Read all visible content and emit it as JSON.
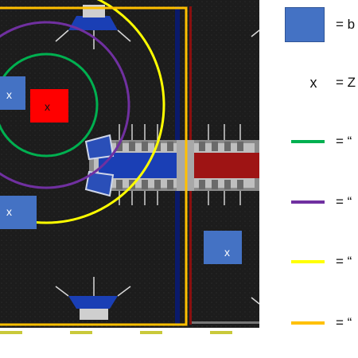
{
  "field": {
    "box_marker": "x",
    "red_box_marker": "x"
  },
  "legend": {
    "items": [
      {
        "kind": "box",
        "text": "= b",
        "color": "#4472c4"
      },
      {
        "kind": "x",
        "symbol": "x",
        "text": "= Z"
      },
      {
        "kind": "line",
        "text": "= “",
        "color": "#00b050"
      },
      {
        "kind": "line",
        "text": "= “",
        "color": "#7030a0"
      },
      {
        "kind": "line",
        "text": "= “",
        "color": "#ffff00"
      },
      {
        "kind": "line",
        "text": "= “",
        "color": "#ffc000"
      }
    ]
  },
  "colors": {
    "box_blue": "#4472c4",
    "box_red": "#ff0000",
    "circle_green": "#00b050",
    "circle_purple": "#7030a0",
    "circle_yellow": "#ffff00",
    "zone_orange": "#ffc000",
    "field_mat": "#1b1b1b"
  }
}
